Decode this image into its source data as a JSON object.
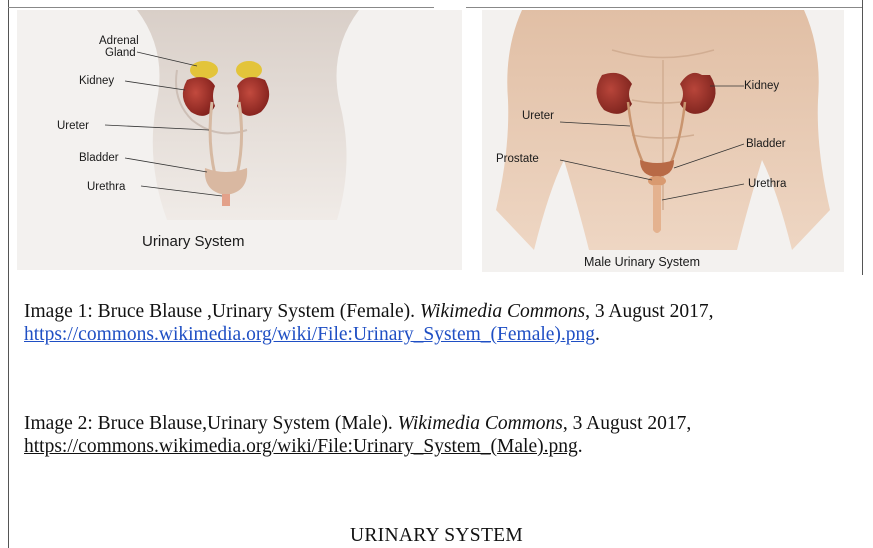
{
  "figures": {
    "female": {
      "caption": "Urinary System",
      "labels": {
        "adrenal_line1": "Adrenal",
        "adrenal_line2": "Gland",
        "kidney": "Kidney",
        "ureter": "Ureter",
        "bladder": "Bladder",
        "urethra": "Urethra"
      }
    },
    "male": {
      "caption": "Male Urinary System",
      "labels": {
        "kidney": "Kidney",
        "ureter": "Ureter",
        "bladder": "Bladder",
        "prostate": "Prostate",
        "urethra": "Urethra"
      }
    }
  },
  "citations": [
    {
      "prefix": "Image 1: Bruce Blause ,Urinary System (Female). ",
      "source": "Wikimedia Commons",
      "suffix": ", 3 August 2017,",
      "url": "https://commons.wikimedia.org/wiki/File:Urinary_System_(Female).png",
      "end": "."
    },
    {
      "prefix": "Image 2: Bruce Blause,Urinary System (Male). ",
      "source": "Wikimedia Commons",
      "suffix": ", 3 August 2017,",
      "url": "https://commons.wikimedia.org/wiki/File:Urinary_System_(Male).png",
      "end": "."
    }
  ],
  "section_title": "URINARY SYSTEM",
  "colors": {
    "link": "#1f4fc4",
    "kidney": "#9c2b25",
    "adrenal": "#e3c43a",
    "skin": "#e7c7ad"
  }
}
